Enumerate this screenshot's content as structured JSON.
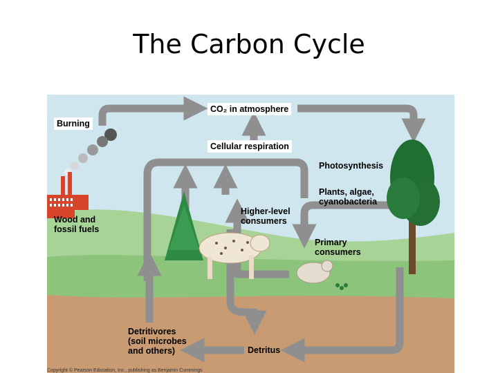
{
  "slide": {
    "title": "The Carbon Cycle"
  },
  "diagram": {
    "labels": {
      "co2_atmosphere": "CO₂ in atmosphere",
      "burning": "Burning",
      "cellular_respiration": "Cellular respiration",
      "photosynthesis": "Photosynthesis",
      "plants": "Plants, algae,\ncyanobacteria",
      "higher_consumers": "Higher-level\nconsumers",
      "primary_consumers": "Primary\nconsumers",
      "wood_fossil": "Wood and\nfossil fuels",
      "detritivores": "Detritivores\n(soil microbes\nand others)",
      "detritus": "Detritus"
    },
    "copyright": "Copyright © Pearson Education, Inc., publishing as Benjamin Cummings",
    "colors": {
      "sky": "#cfe6ef",
      "grass": "#9ccc8a",
      "soil": "#c89b73",
      "arrow": "#8f8f8f",
      "factory": "#d9452b",
      "tree": "#1f6e32"
    }
  }
}
